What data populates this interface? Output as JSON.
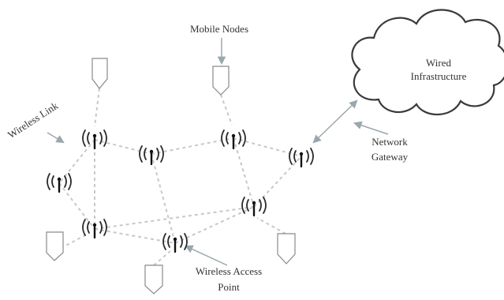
{
  "labels": {
    "mobile_nodes": "Mobile Nodes",
    "wireless_link": "Wireless Link",
    "wired_line1": "Wired",
    "wired_line2": "Infrastructure",
    "gateway_line1": "Network",
    "gateway_line2": "Gateway",
    "access_point_line1": "Wireless Access",
    "access_point_line2": "Point"
  },
  "colors": {
    "link": "#c8c8c8",
    "pointer_arrow": "#9aa7ad",
    "node_outline": "#8a8a8a",
    "cloud_outline": "#3a3a3a",
    "antenna": "#111111"
  },
  "icons": {
    "access_point": "wireless-antenna-icon",
    "mobile_node": "mobile-device-icon",
    "cloud": "cloud-icon"
  }
}
